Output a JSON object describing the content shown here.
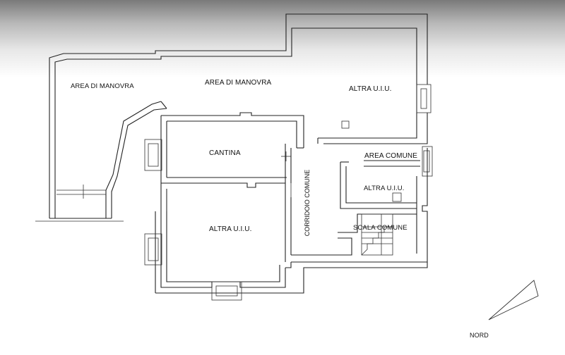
{
  "rooms": {
    "area_manovra_left": "AREA DI MANOVRA",
    "area_manovra_center": "AREA DI MANOVRA",
    "altra_uiu_top_right": "ALTRA U.I.U.",
    "cantina": "CANTINA",
    "area_comune": "AREA COMUNE",
    "altra_uiu_small": "ALTRA U.I.U.",
    "corridoio_comune": "CORRIDOIO COMUNE",
    "scala_comune": "SCALA COMUNE",
    "altra_uiu_bottom": "ALTRA U.I.U."
  },
  "compass": {
    "label": "NORD"
  }
}
